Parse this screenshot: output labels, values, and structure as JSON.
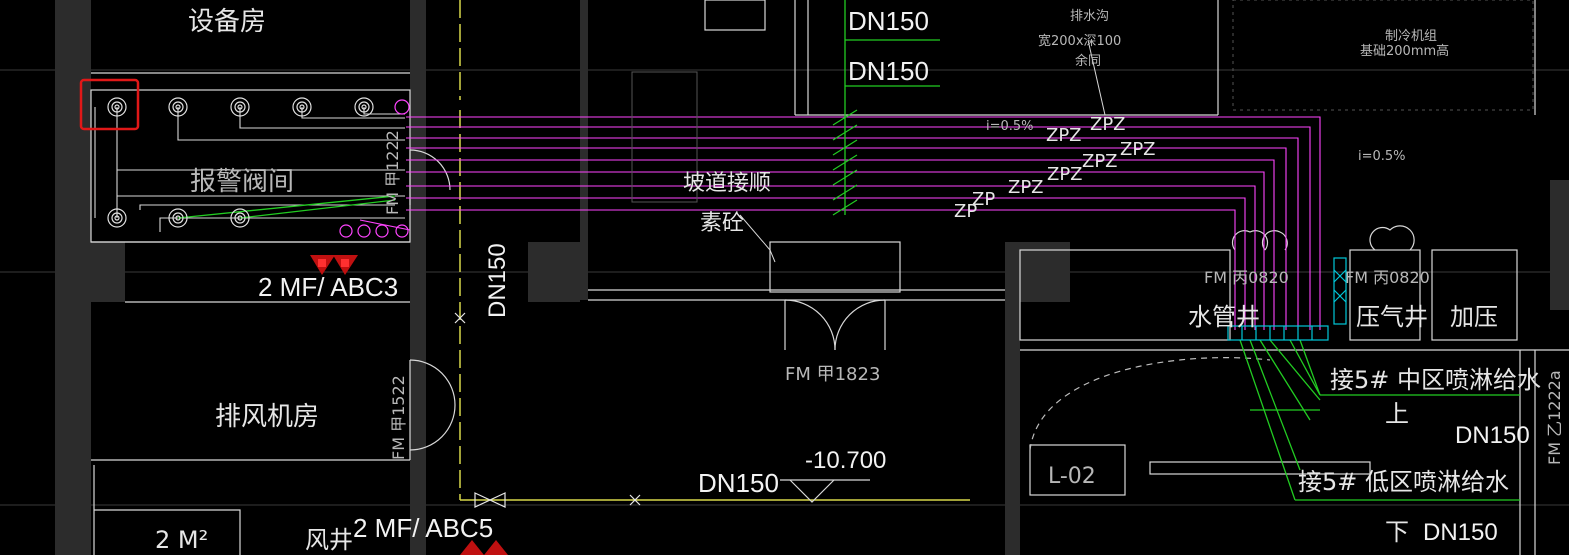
{
  "drawing": {
    "rooms": {
      "equipment_room": "设备房",
      "alarm_valve_room": "报警阀间",
      "exhaust_fan_room": "排风机房",
      "air_shaft": "风井",
      "water_pipe_shaft": "水管井",
      "pressure_shaft": "压气井",
      "pressurize": "加压"
    },
    "dimensions": {
      "dn150_top_1": "DN150",
      "dn150_top_2": "DN150",
      "dn150_vertical": "DN150",
      "dn150_bottom": "DN150",
      "dn150_right_upper": "DN150",
      "dn150_right_lower": "DN150",
      "elevation": "-10.700"
    },
    "extinguishers": {
      "upper": "2 MF/ ABC3",
      "lower": "2 MF/ ABC5"
    },
    "doors": {
      "fm_1222": "FM 甲1222",
      "fm_1522": "FM 甲1522",
      "fm_1823": "FM 甲1823",
      "fm_0820_left": "FM 丙0820",
      "fm_0820_right": "FM 丙0820",
      "fm_1222_right": "FM 乙1222a"
    },
    "pipe_labels": {
      "zpz_1": "ZPZ",
      "zpz_2": "ZPZ",
      "zpz_3": "ZPZ",
      "zpz_4": "ZPZ",
      "zpz_5": "ZPZ",
      "zpz_6": "ZPZ",
      "zp_1": "ZP",
      "zp_2": "ZP",
      "slope_left": "i=0.5%",
      "slope_right": "i=0.5%"
    },
    "notes": {
      "ramp_1": "坡道接顺",
      "ramp_2": "素砼",
      "mid_zone": "接5# 中区喷淋给水",
      "mid_zone_dir": "上",
      "low_zone": "接5# 低区喷淋给水",
      "low_zone_dir": "下",
      "drain_ditch_1": "排水沟",
      "drain_ditch_2": "宽200x深100",
      "drain_ditch_3": "余同",
      "machine_base_1": "制冷机组",
      "machine_base_2": "基础200mm高",
      "area_label": "2 M²",
      "pipe_tag": "L-02"
    },
    "colors": {
      "wall": "#2e2e2e",
      "line_white": "#e6e6e6",
      "pipe_magenta": "#ff44ff",
      "pipe_green": "#22cc22",
      "highlight_red": "#e01818",
      "riser_cyan": "#00c8d8",
      "grid_line": "#404040"
    },
    "icons": [
      "valve-icon",
      "extinguisher-icon",
      "riser-icon",
      "highlight-box"
    ]
  }
}
